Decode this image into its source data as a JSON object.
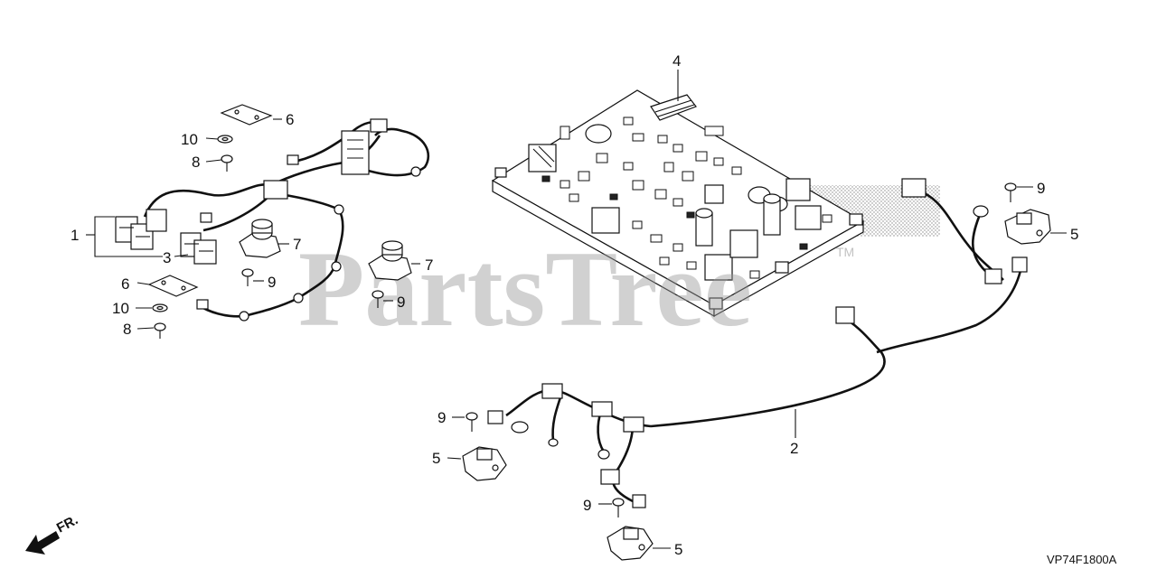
{
  "diagram": {
    "watermark": "PartsTree",
    "trademark": "TM",
    "diagram_code": "VP74F1800A",
    "front_indicator": "FR.",
    "callouts": {
      "c1": "1",
      "c2": "2",
      "c3": "3",
      "c4": "4",
      "c5a": "5",
      "c5b": "5",
      "c5c": "5",
      "c6a": "6",
      "c6b": "6",
      "c7a": "7",
      "c7b": "7",
      "c8a": "8",
      "c8b": "8",
      "c9a": "9",
      "c9b": "9",
      "c9c": "9",
      "c9d": "9",
      "c9e": "9",
      "c10a": "10",
      "c10b": "10"
    }
  }
}
